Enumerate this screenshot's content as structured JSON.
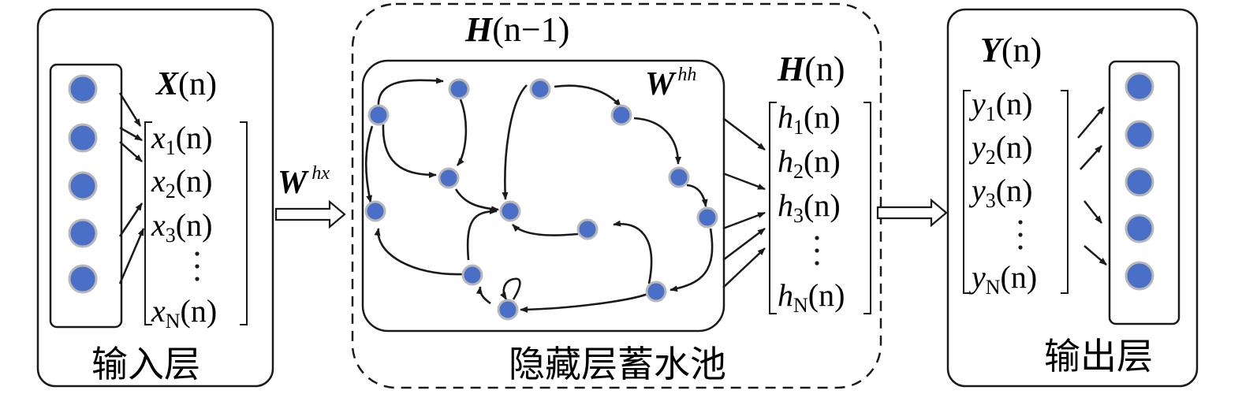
{
  "layer_labels": {
    "input": "输入层",
    "hidden": "隐藏层蓄水池",
    "output": "输出层"
  },
  "input_vector": {
    "symbol": "X",
    "arg": "(n)",
    "entries": [
      {
        "base": "x",
        "sub": "1",
        "arg": "(n)"
      },
      {
        "base": "x",
        "sub": "2",
        "arg": "(n)"
      },
      {
        "base": "x",
        "sub": "3",
        "arg": "(n)"
      },
      {
        "base": "x",
        "sub": "N",
        "arg": "(n)"
      }
    ]
  },
  "prev_state": {
    "symbol": "H",
    "arg": "(n−1)"
  },
  "state_vector": {
    "symbol": "H",
    "arg": "(n)",
    "entries": [
      {
        "base": "h",
        "sub": "1",
        "arg": "(n)"
      },
      {
        "base": "h",
        "sub": "2",
        "arg": "(n)"
      },
      {
        "base": "h",
        "sub": "3",
        "arg": "(n)"
      },
      {
        "base": "h",
        "sub": "N",
        "arg": "(n)"
      }
    ]
  },
  "output_vector": {
    "symbol": "Y",
    "arg": "(n)",
    "entries": [
      {
        "base": "y",
        "sub": "1",
        "arg": "(n)"
      },
      {
        "base": "y",
        "sub": "2",
        "arg": "(n)"
      },
      {
        "base": "y",
        "sub": "3",
        "arg": "(n)"
      },
      {
        "base": "y",
        "sub": "N",
        "arg": "(n)"
      }
    ]
  },
  "weights": {
    "input_to_hidden": {
      "base": "W",
      "sup": "hx"
    },
    "hidden_to_hidden": {
      "base": "W",
      "sup": "hh"
    }
  },
  "colors": {
    "node_fill": "#4a6fc7",
    "node_ring": "#b8b8b8",
    "stroke": "#1a1a1a"
  }
}
